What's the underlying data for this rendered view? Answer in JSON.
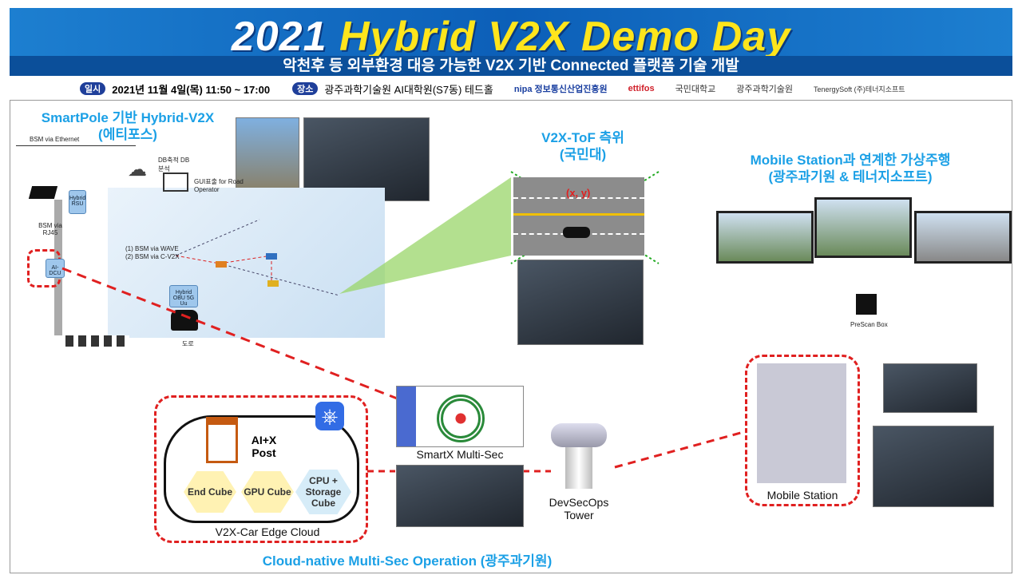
{
  "header": {
    "year": "2021",
    "title": "Hybrid V2X Demo Day",
    "subtitle": "악천후 등 외부환경 대응 가능한 V2X 기반 Connected 플랫폼 기술 개발"
  },
  "info": {
    "date_label": "일시",
    "date": "2021년 11월 4일(목) 11:50 ~ 17:00",
    "place_label": "장소",
    "place": "광주과학기술원 AI대학원(S7동) 테드홀",
    "logos": [
      "nipa 정보통신산업진흥원",
      "ettifos",
      "국민대학교",
      "광주과학기술원",
      "TenergySoft (주)테너지소프트"
    ]
  },
  "smartpole": {
    "title1": "SmartPole 기반 Hybrid-V2X",
    "title2": "(에티포스)",
    "bsm_ethernet": "BSM via Ethernet",
    "db": "DB축적 DB분석",
    "gui": "GUI표출 for Road Operator",
    "rsu": "Hybrid RSU",
    "bsm_rj45": "BSM via RJ45",
    "aidcu": "AI-DCU",
    "wave": "(1) BSM via WAVE",
    "cv2x": "(2) BSM via C-V2X",
    "obu": "Hybrid OBU 5G Uu",
    "road": "도로"
  },
  "tof": {
    "title1": "V2X-ToF 측위",
    "title2": "(국민대)",
    "xy": "(x, y)"
  },
  "mobile": {
    "title1": "Mobile Station과 연계한 가상주행",
    "title2": "(광주과기원 & 테너지소프트)",
    "prescan": "PreScan Box",
    "station": "Mobile Station"
  },
  "cloud": {
    "post": "AI+X Post",
    "cubes": [
      "End Cube",
      "GPU Cube",
      "CPU + Storage Cube"
    ],
    "caption": "V2X-Car Edge Cloud",
    "smartx": "SmartX Multi-Sec",
    "tower": "DevSecOps Tower",
    "footer": "Cloud-native Multi-Sec Operation (광주과기원)"
  },
  "colors": {
    "banner": "#0c5fb8",
    "accent": "#1ba0e6",
    "dash": "#e02020"
  }
}
